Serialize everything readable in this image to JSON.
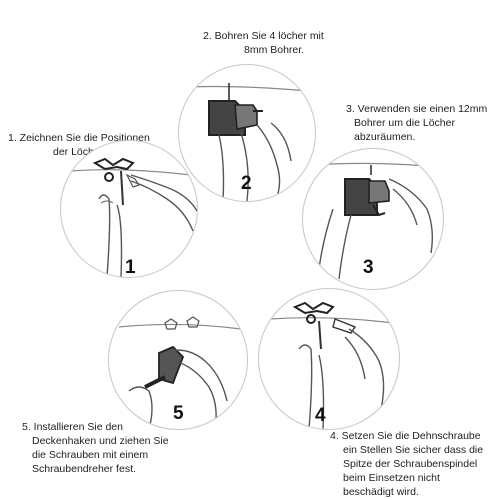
{
  "steps": [
    {
      "number": "1",
      "caption": [
        "1. Zeichnen Sie die Positionen",
        "der Löcher."
      ]
    },
    {
      "number": "2",
      "caption": [
        "2. Bohren Sie 4 löcher mit",
        "8mm Bohrer."
      ]
    },
    {
      "number": "3",
      "caption": [
        "3. Verwenden sie einen 12mm",
        "Bohrer um die Löcher",
        "abzuräumen."
      ]
    },
    {
      "number": "4",
      "caption": [
        "4. Setzen Sie die Dehnschraube",
        "ein Stellen Sie sicher dass die",
        "Spitze der Schraubenspindel",
        "beim Einsetzen nicht",
        "beschädigt      wird."
      ]
    },
    {
      "number": "5",
      "caption": [
        "5. Installieren Sie den",
        "Deckenhaken und ziehen Sie",
        "die Schrauben mit einem",
        "Schraubendreher fest."
      ]
    }
  ]
}
